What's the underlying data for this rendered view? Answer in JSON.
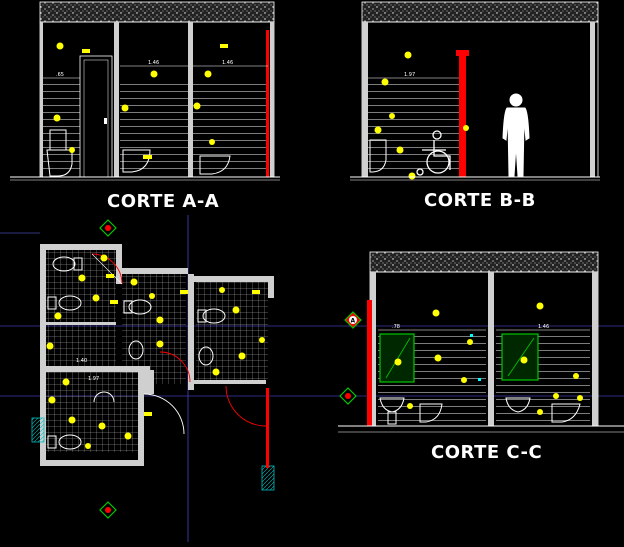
{
  "sections": [
    {
      "id": "a",
      "title": "CORTE A-A"
    },
    {
      "id": "b",
      "title": "CORTE B-B"
    },
    {
      "id": "c",
      "title": "CORTE C-C"
    }
  ],
  "dimensions": {
    "a1": "1.46",
    "a2": "1.46",
    "a3": ".65",
    "b1": "1.97",
    "c1": ".78",
    "c2": "1.46",
    "p1": "1.40",
    "p2": "1.97"
  },
  "markers": {
    "section_a": "A"
  },
  "colors": {
    "background": "#000000",
    "wall": "#d8d8d8",
    "line": "#ffffff",
    "fixture": "#ffff00",
    "accent_red": "#ff0000",
    "accent_green": "#00c800",
    "accent_cyan": "#00ffff",
    "grid_blue": "#6a6aff"
  }
}
